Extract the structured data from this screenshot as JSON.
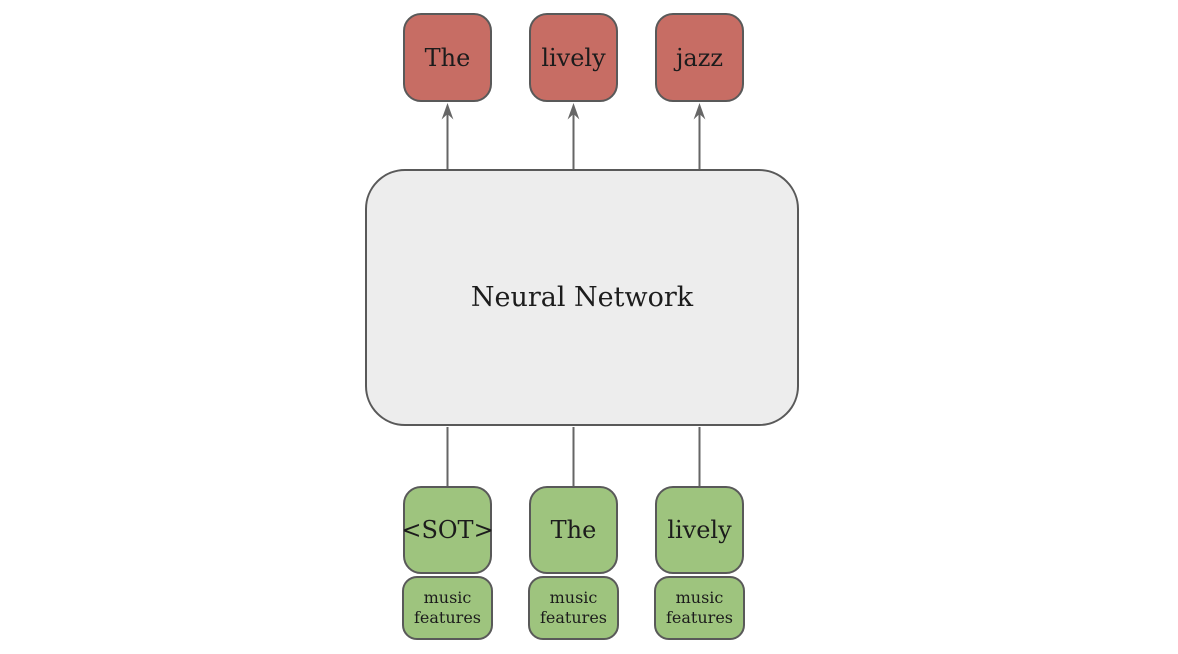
{
  "diagram": {
    "network": {
      "label": "Neural Network"
    },
    "outputs": [
      {
        "label": "The"
      },
      {
        "label": "lively"
      },
      {
        "label": "jazz"
      }
    ],
    "inputs": [
      {
        "token": "<SOT>",
        "features": "music features"
      },
      {
        "token": "The",
        "features": "music features"
      },
      {
        "token": "lively",
        "features": "music features"
      }
    ],
    "colors": {
      "output_fill": "#c76d64",
      "input_fill": "#9ec47e",
      "network_fill": "#ededed",
      "stroke": "#595959",
      "connector": "#666666",
      "text": "#1c1c1c",
      "background": "#ffffff"
    }
  }
}
